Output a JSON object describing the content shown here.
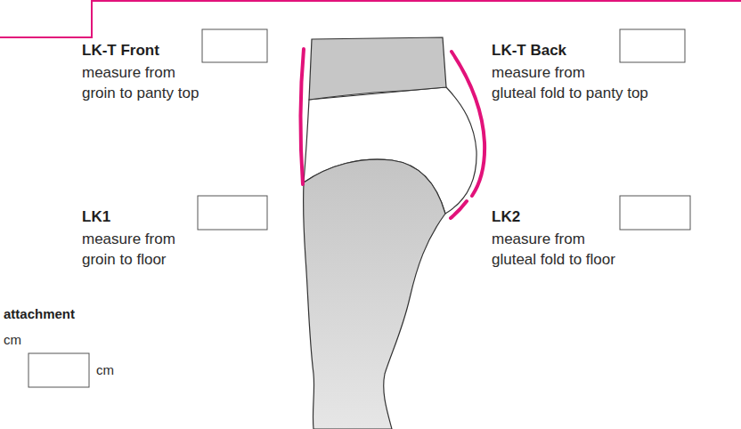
{
  "diagram": {
    "labels": [
      "LK-T Front",
      "measure from groin to panty top",
      "LK-T Back",
      "measure from gluteal fold to panty top",
      "LK1",
      "measure from groin to floor",
      "LK2",
      "measure from gluteal fold to floor",
      "attachment",
      "cm",
      "cm"
    ]
  }
}
